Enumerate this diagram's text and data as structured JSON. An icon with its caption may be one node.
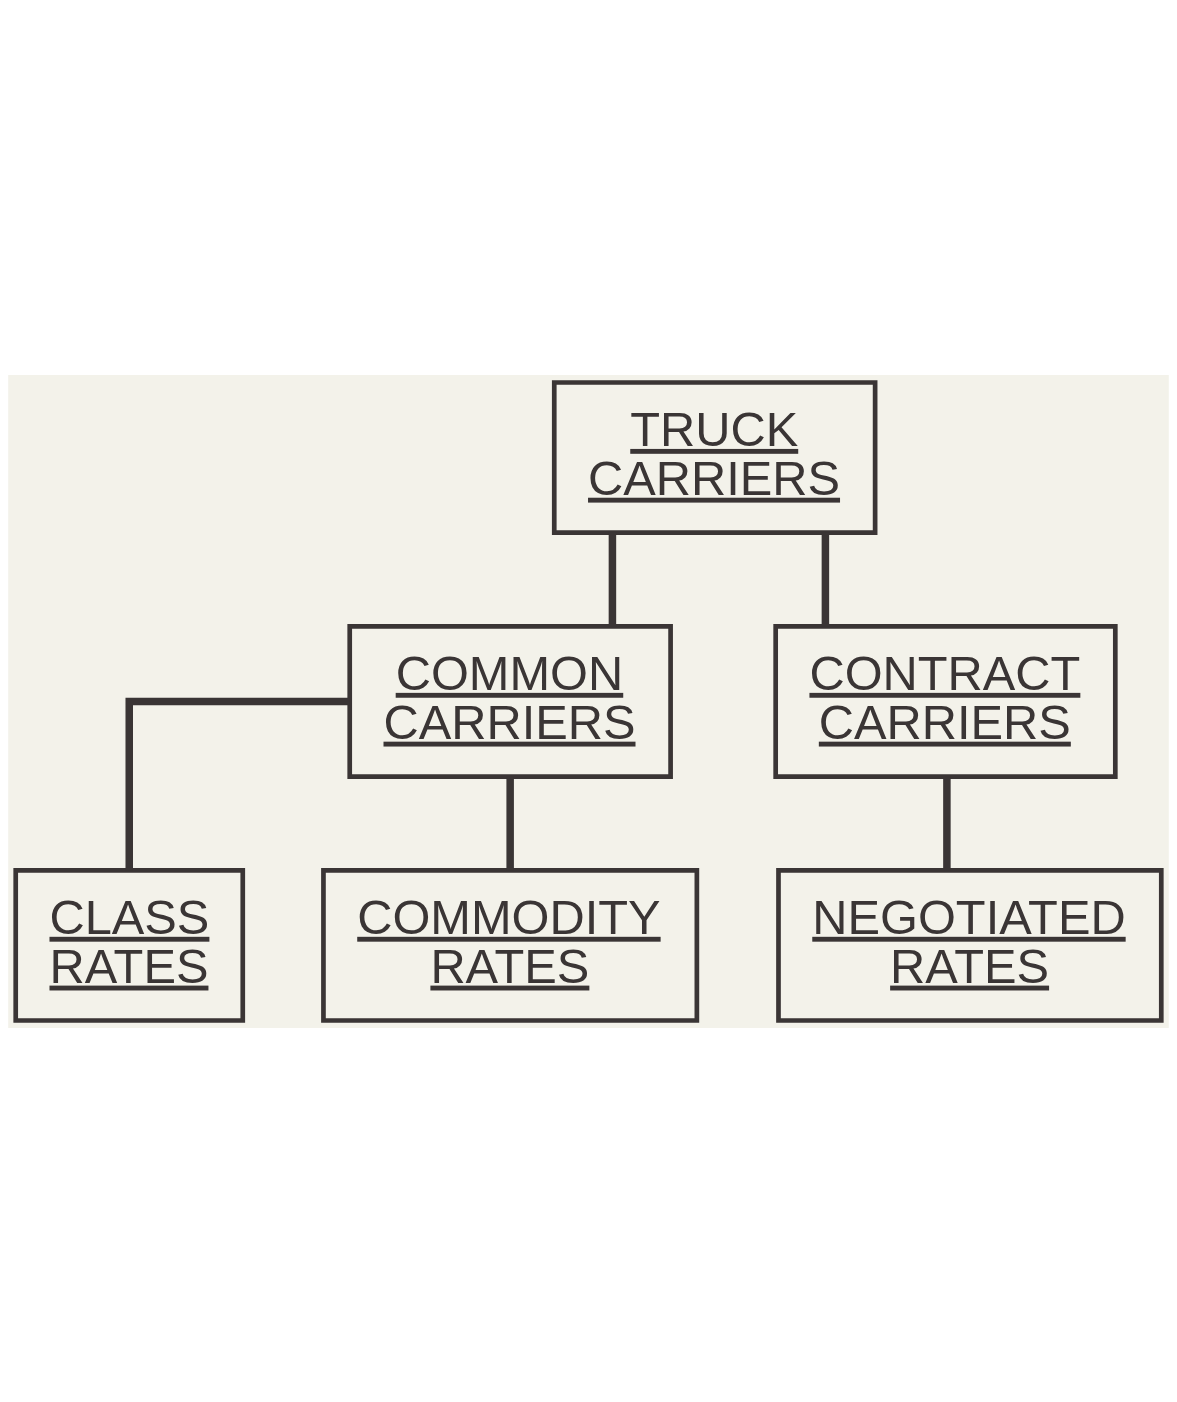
{
  "diagram": {
    "nodes": [
      {
        "text": [
          "TRUCK CARRIERS"
        ]
      },
      {
        "text": [
          "COMMON CARRIERS"
        ]
      },
      {
        "text": [
          "CONTRACT CARRIERS"
        ]
      },
      {
        "text": [
          "CLASS RATES"
        ]
      },
      {
        "text": [
          "COMMODITY RATES"
        ]
      },
      {
        "text": [
          "NEGOTIATED RATES"
        ]
      }
    ],
    "edges": [
      {
        "from": 0,
        "to": 1,
        "arrow": "none"
      },
      {
        "from": 0,
        "to": 2,
        "arrow": "none"
      },
      {
        "from": 1,
        "to": 3,
        "arrow": "none"
      },
      {
        "from": 1,
        "to": 4,
        "arrow": "none"
      },
      {
        "from": 2,
        "to": 5,
        "arrow": "none"
      }
    ]
  }
}
